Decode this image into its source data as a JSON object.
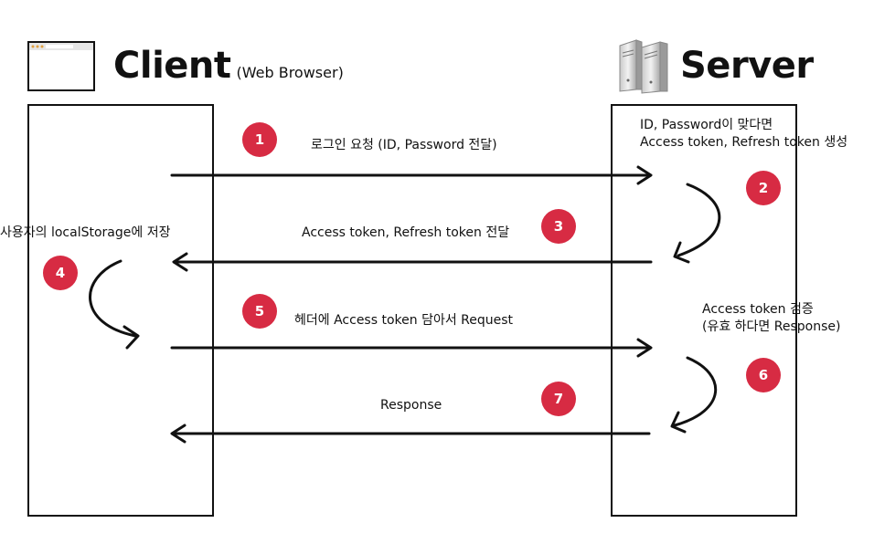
{
  "client": {
    "title": "Client",
    "subtitle": "(Web Browser)",
    "icon": "browser-window-icon"
  },
  "server": {
    "title": "Server",
    "icon": "server-tower-icon"
  },
  "steps": [
    {
      "number": "1",
      "label": "로그인 요청 (ID, Password 전달)"
    },
    {
      "number": "2",
      "label_line1": "ID, Password이 맞다면",
      "label_line2": "Access token, Refresh token 생성"
    },
    {
      "number": "3",
      "label": "Access token, Refresh token 전달"
    },
    {
      "number": "4",
      "label": "사용자의 localStorage에 저장"
    },
    {
      "number": "5",
      "label": "헤더에 Access token 담아서 Request"
    },
    {
      "number": "6",
      "label_line1": "Access token 검증",
      "label_line2": "(유효 하다면 Response)"
    },
    {
      "number": "7",
      "label": "Response"
    }
  ],
  "colors": {
    "badge": "#d72b43",
    "line": "#111111"
  }
}
